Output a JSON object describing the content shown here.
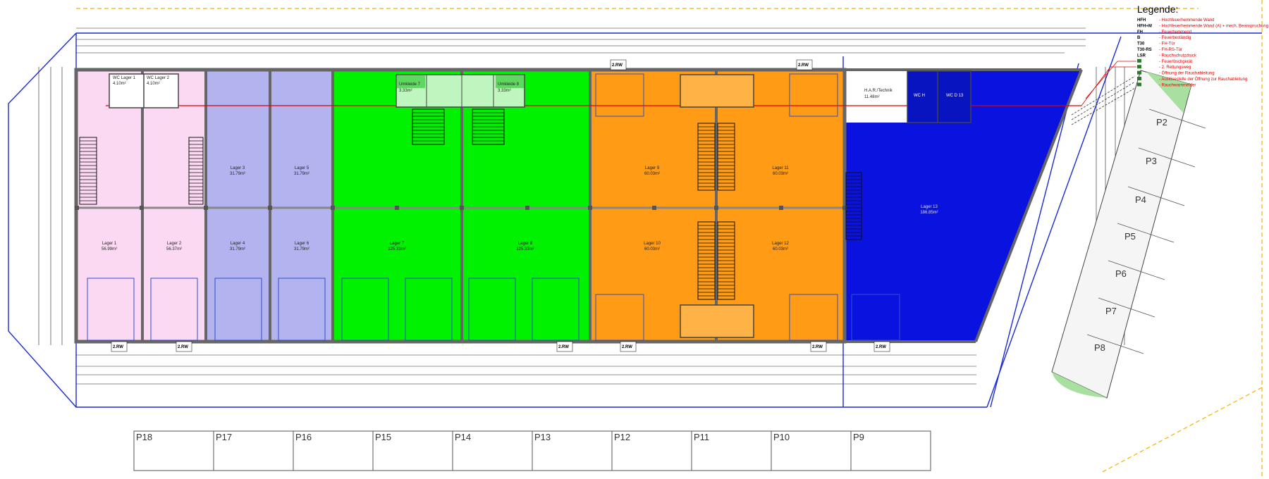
{
  "legend": {
    "title": "Legende:",
    "items": [
      {
        "code": "HFH",
        "desc": "- Hochfeuerhemmende Wand"
      },
      {
        "code": "HFH+M",
        "desc": "- Hochfeuerhemmende Wand (A) + mech. Beanspruchung"
      },
      {
        "code": "FH",
        "desc": "- Feuerhemmend"
      },
      {
        "code": "B",
        "desc": "- Feuerbeständig"
      },
      {
        "code": "T30",
        "desc": "- FH-Tür"
      },
      {
        "code": "T30-RS",
        "desc": "- FH-RS-Tür"
      },
      {
        "code": "LSR",
        "desc": "- Rauchschutzdruck"
      },
      {
        "code": "",
        "desc": "- Feuerlöschgerät"
      },
      {
        "code": "",
        "desc": "- 2. Rettungsweg"
      },
      {
        "code": "",
        "desc": "- Öffnung der Rauchableitung"
      },
      {
        "code": "",
        "desc": "- Auslösestelle der Öffnung zur Rauchableitung"
      },
      {
        "code": "",
        "desc": "- Rauchwarnmelder"
      }
    ]
  },
  "rooms": [
    {
      "name": "Lager 1",
      "area": "56.99m²"
    },
    {
      "name": "Lager 2",
      "area": "56.37m²"
    },
    {
      "name": "Lager 3",
      "area": "31.79m²"
    },
    {
      "name": "Lager 4",
      "area": "31.79m²"
    },
    {
      "name": "Lager 5",
      "area": "31.79m²"
    },
    {
      "name": "Lager 6",
      "area": "31.79m²"
    },
    {
      "name": "Lager 7",
      "area": "125.33m²"
    },
    {
      "name": "Lager 8",
      "area": "125.33m²"
    },
    {
      "name": "Lager 9",
      "area": "60.03m²"
    },
    {
      "name": "Lager 10",
      "area": "60.03m²"
    },
    {
      "name": "Lager 11",
      "area": "60.03m²"
    },
    {
      "name": "Lager 12",
      "area": "60.03m²"
    },
    {
      "name": "Lager 13",
      "area": "186.85m²"
    }
  ],
  "small_rooms": [
    {
      "name": "WC Lager 1",
      "area": "4.10m²"
    },
    {
      "name": "WC Lager 2",
      "area": "4.10m²"
    },
    {
      "name": "Umkleide 7",
      "area": "3.33m²"
    },
    {
      "name": "Umkleide 8",
      "area": "3.33m²"
    },
    {
      "name": "H.A.R./Technik",
      "area": "11.48m²"
    },
    {
      "name": "WC H",
      "area": ""
    },
    {
      "name": "WC D 13",
      "area": ""
    }
  ],
  "exit_label": "2.RW",
  "parking": [
    "P2",
    "P3",
    "P4",
    "P5",
    "P6",
    "P7",
    "P8",
    "P9",
    "P10",
    "P11",
    "P12",
    "P13",
    "P14",
    "P15",
    "P16",
    "P17",
    "P18"
  ],
  "colors": {
    "pink": "#fcd9f3",
    "lavender": "#b3b3f0",
    "green": "#00f200",
    "orange": "#ff9b14",
    "blue": "#0a12e0",
    "outline": "#1a2bd6",
    "dim_red": "#e00000",
    "dash_orange": "#f2b400"
  }
}
